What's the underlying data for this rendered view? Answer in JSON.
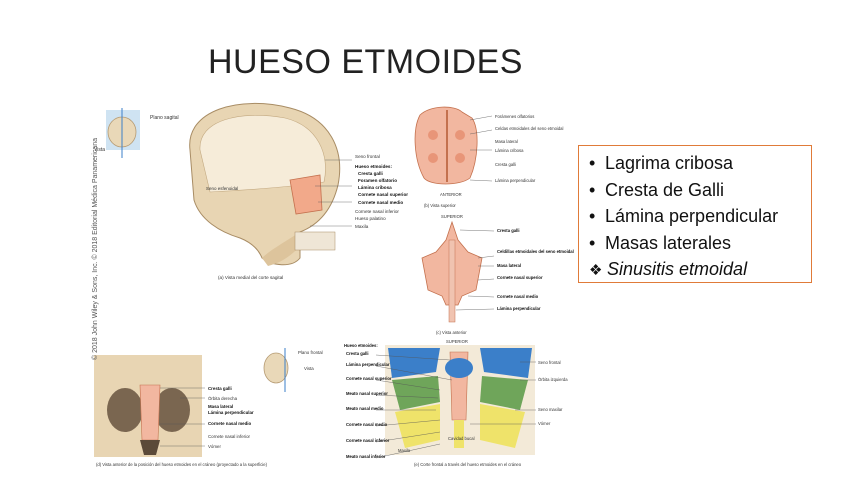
{
  "slide": {
    "title": "HUESO ETMOIDES",
    "bullets": [
      {
        "text": "Lagrima cribosa",
        "marker": "•"
      },
      {
        "text": "Cresta de Galli",
        "marker": "•"
      },
      {
        "text": "Lámina perpendicular",
        "marker": "•"
      },
      {
        "text": "Masas laterales",
        "marker": "•"
      },
      {
        "text": "Sinusitis etmoidal",
        "marker": "❖"
      }
    ]
  },
  "figure": {
    "copyright": "© 2018 John Wiley & Sons, Inc.   © 2018 Editorial Médica Panamericana",
    "panel_a": {
      "caption": "(a) Vista medial del corte sagital",
      "small_labels": [
        "Plano sagital",
        "Vista"
      ],
      "labels": [
        "Seno frontal",
        "Hueso etmoides:",
        "Cresta galli",
        "Foramen olfatorio",
        "Lámina cribosa",
        "Cornete nasal superior",
        "Cornete nasal medio",
        "Cornete nasal inferior",
        "Hueso palatino",
        "Maxila"
      ],
      "inner_label": "Seno esfenoidal"
    },
    "panel_b": {
      "caption": "(b) Vista superior",
      "orientation": "ANTERIOR",
      "labels": [
        "Forámenes olfatorios",
        "Celdas etmoidales del seno etmoidal",
        "Masa lateral",
        "Lámina cribosa",
        "Cresta galli",
        "Lámina perpendicular"
      ]
    },
    "panel_c": {
      "caption": "(c) Vista anterior",
      "orientation": "SUPERIOR",
      "labels": [
        "Cresta galli",
        "Celdillas etmoidales del seno etmoidal",
        "Masa lateral",
        "Cornete nasal superior",
        "Cornete nasal medio",
        "Lámina perpendicular"
      ]
    },
    "panel_d": {
      "caption": "(d) Vista anterior de la posición del hueso etmoides en el cráneo (proyectado a la superficie)",
      "labels": [
        "Cresta galli",
        "Órbita derecha",
        "Masa lateral",
        "Lámina perpendicular",
        "Cornete nasal medio",
        "Cornete nasal inferior",
        "Vómer"
      ]
    },
    "panel_e": {
      "caption": "(e) Corte frontal a través del hueso etmoides en el cráneo",
      "orientation": "SUPERIOR",
      "small_labels": [
        "Plano frontal",
        "Vista"
      ],
      "left_labels": [
        "Hueso etmoides:",
        "Cresta galli",
        "Lámina perpendicular",
        "Cornete nasal superior",
        "Meato nasal superior",
        "Meato nasal medio",
        "Cornete nasal medio",
        "Cornete nasal inferior",
        "Meato nasal inferior"
      ],
      "right_labels": [
        "Seno frontal",
        "Órbita izquierda",
        "Seno maxilar",
        "Vómer"
      ],
      "bottom_labels": [
        "Cavidad bucal",
        "Maxila"
      ]
    }
  },
  "colors": {
    "accent_border": "#e07b39",
    "bone": "#ecdcc0",
    "ethmoid": "#f2a98a",
    "sinus_blue": "#3b7fc9",
    "sinus_yellow": "#efe36a",
    "sinus_green": "#6fa55a"
  }
}
